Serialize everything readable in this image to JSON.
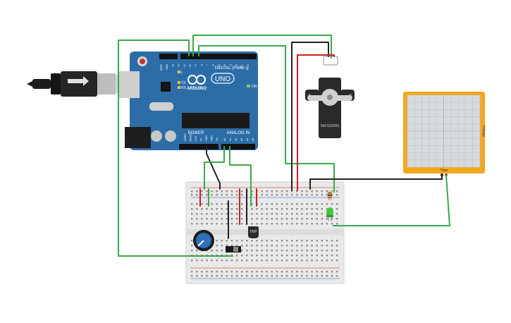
{
  "arduino": {
    "brand": "ARDUINO",
    "model": "UNO",
    "digital_label": "DIGITAL (PWM~)",
    "power_label": "POWER",
    "analog_label": "ANALOG IN",
    "led_l": "L",
    "led_tx": "TX",
    "led_rx": "RX",
    "on_label": "ON",
    "top_pins": [
      "AREF",
      "GND",
      "13",
      "12",
      "~11",
      "~10",
      "~9",
      "8",
      "7",
      "~6",
      "~5",
      "4",
      "~3",
      "2",
      "TX 1",
      "RX 0"
    ],
    "power_pins": [
      "IOREF",
      "RESET",
      "3.3V",
      "5V",
      "GND",
      "GND",
      "Vin"
    ],
    "analog_pins": [
      "A0",
      "A1",
      "A2",
      "A3",
      "A4",
      "A5"
    ]
  },
  "servo": {
    "label": "SM-S2309S"
  },
  "oscilloscope": {
    "y_label": "Voltage",
    "x_label": "Time"
  },
  "sensor": {
    "label": "TMP"
  },
  "colors": {
    "board": "#2c6da8",
    "wire_green": "#3aa94a",
    "wire_red": "#d02020",
    "wire_black": "#222222",
    "scope_frame": "#f2a81d",
    "breadboard": "#e9e9e9",
    "pot": "#2f6fba"
  }
}
